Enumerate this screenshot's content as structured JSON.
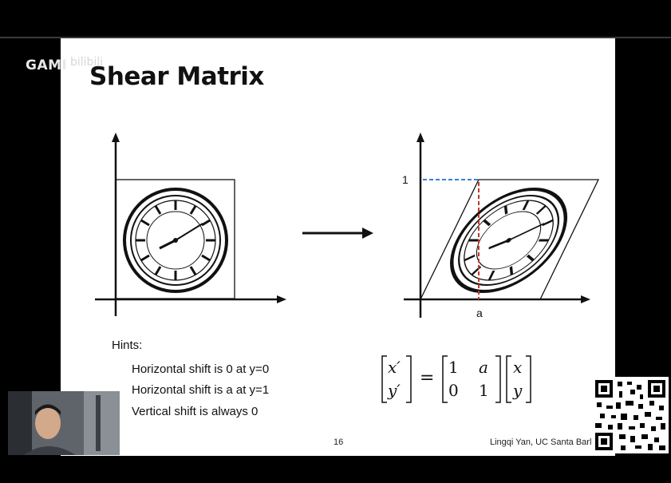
{
  "watermark": {
    "label": "GAMI",
    "faint_text": "bilibili"
  },
  "slide": {
    "title": "Shear Matrix",
    "label_one": "1",
    "label_a": "a",
    "hints_heading": "Hints:",
    "hints": [
      "Horizontal shift is 0 at y=0",
      "Horizontal shift is a at y=1",
      "Vertical shift is always 0"
    ],
    "page_number": "16",
    "footer": "Lingqi Yan, UC Santa Barl"
  },
  "matrix": {
    "lhs": [
      "x′",
      "y′"
    ],
    "equals": "=",
    "m11": "1",
    "m12": "a",
    "m21": "0",
    "m22": "1",
    "rhs": [
      "x",
      "y"
    ]
  },
  "colors": {
    "accent_blue": "#3b7fd4",
    "accent_red": "#c0392b"
  },
  "icons": [
    "arrow-right-icon",
    "clock-image",
    "webcam-feed",
    "qr-code"
  ]
}
